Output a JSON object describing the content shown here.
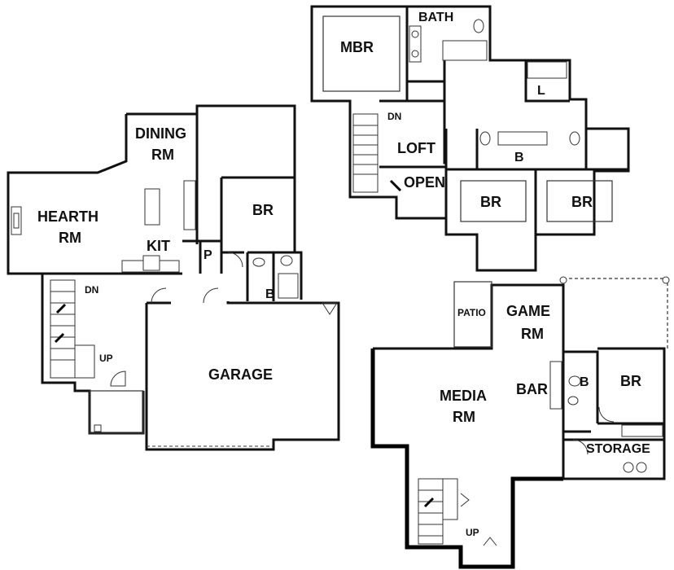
{
  "rooms": {
    "mbr": "MBR",
    "bath_upper": "BATH",
    "loft": "LOFT",
    "open": "OPEN",
    "dn_upper": "DN",
    "laundry": "L",
    "bath_b_upper": "B",
    "br_upper_left": "BR",
    "br_upper_right": "BR",
    "dining_line1": "DINING",
    "dining_line2": "RM",
    "hearth_line1": "HEARTH",
    "hearth_line2": "RM",
    "kit": "KIT",
    "pantry": "P",
    "br_main": "BR",
    "bath_main": "B",
    "dn_main": "DN",
    "up_main": "UP",
    "garage": "GARAGE",
    "patio": "PATIO",
    "game_line1": "GAME",
    "game_line2": "RM",
    "media_line1": "MEDIA",
    "media_line2": "RM",
    "bar": "BAR",
    "bath_lower": "B",
    "br_lower": "BR",
    "storage": "STORAGE",
    "up_lower": "UP"
  }
}
